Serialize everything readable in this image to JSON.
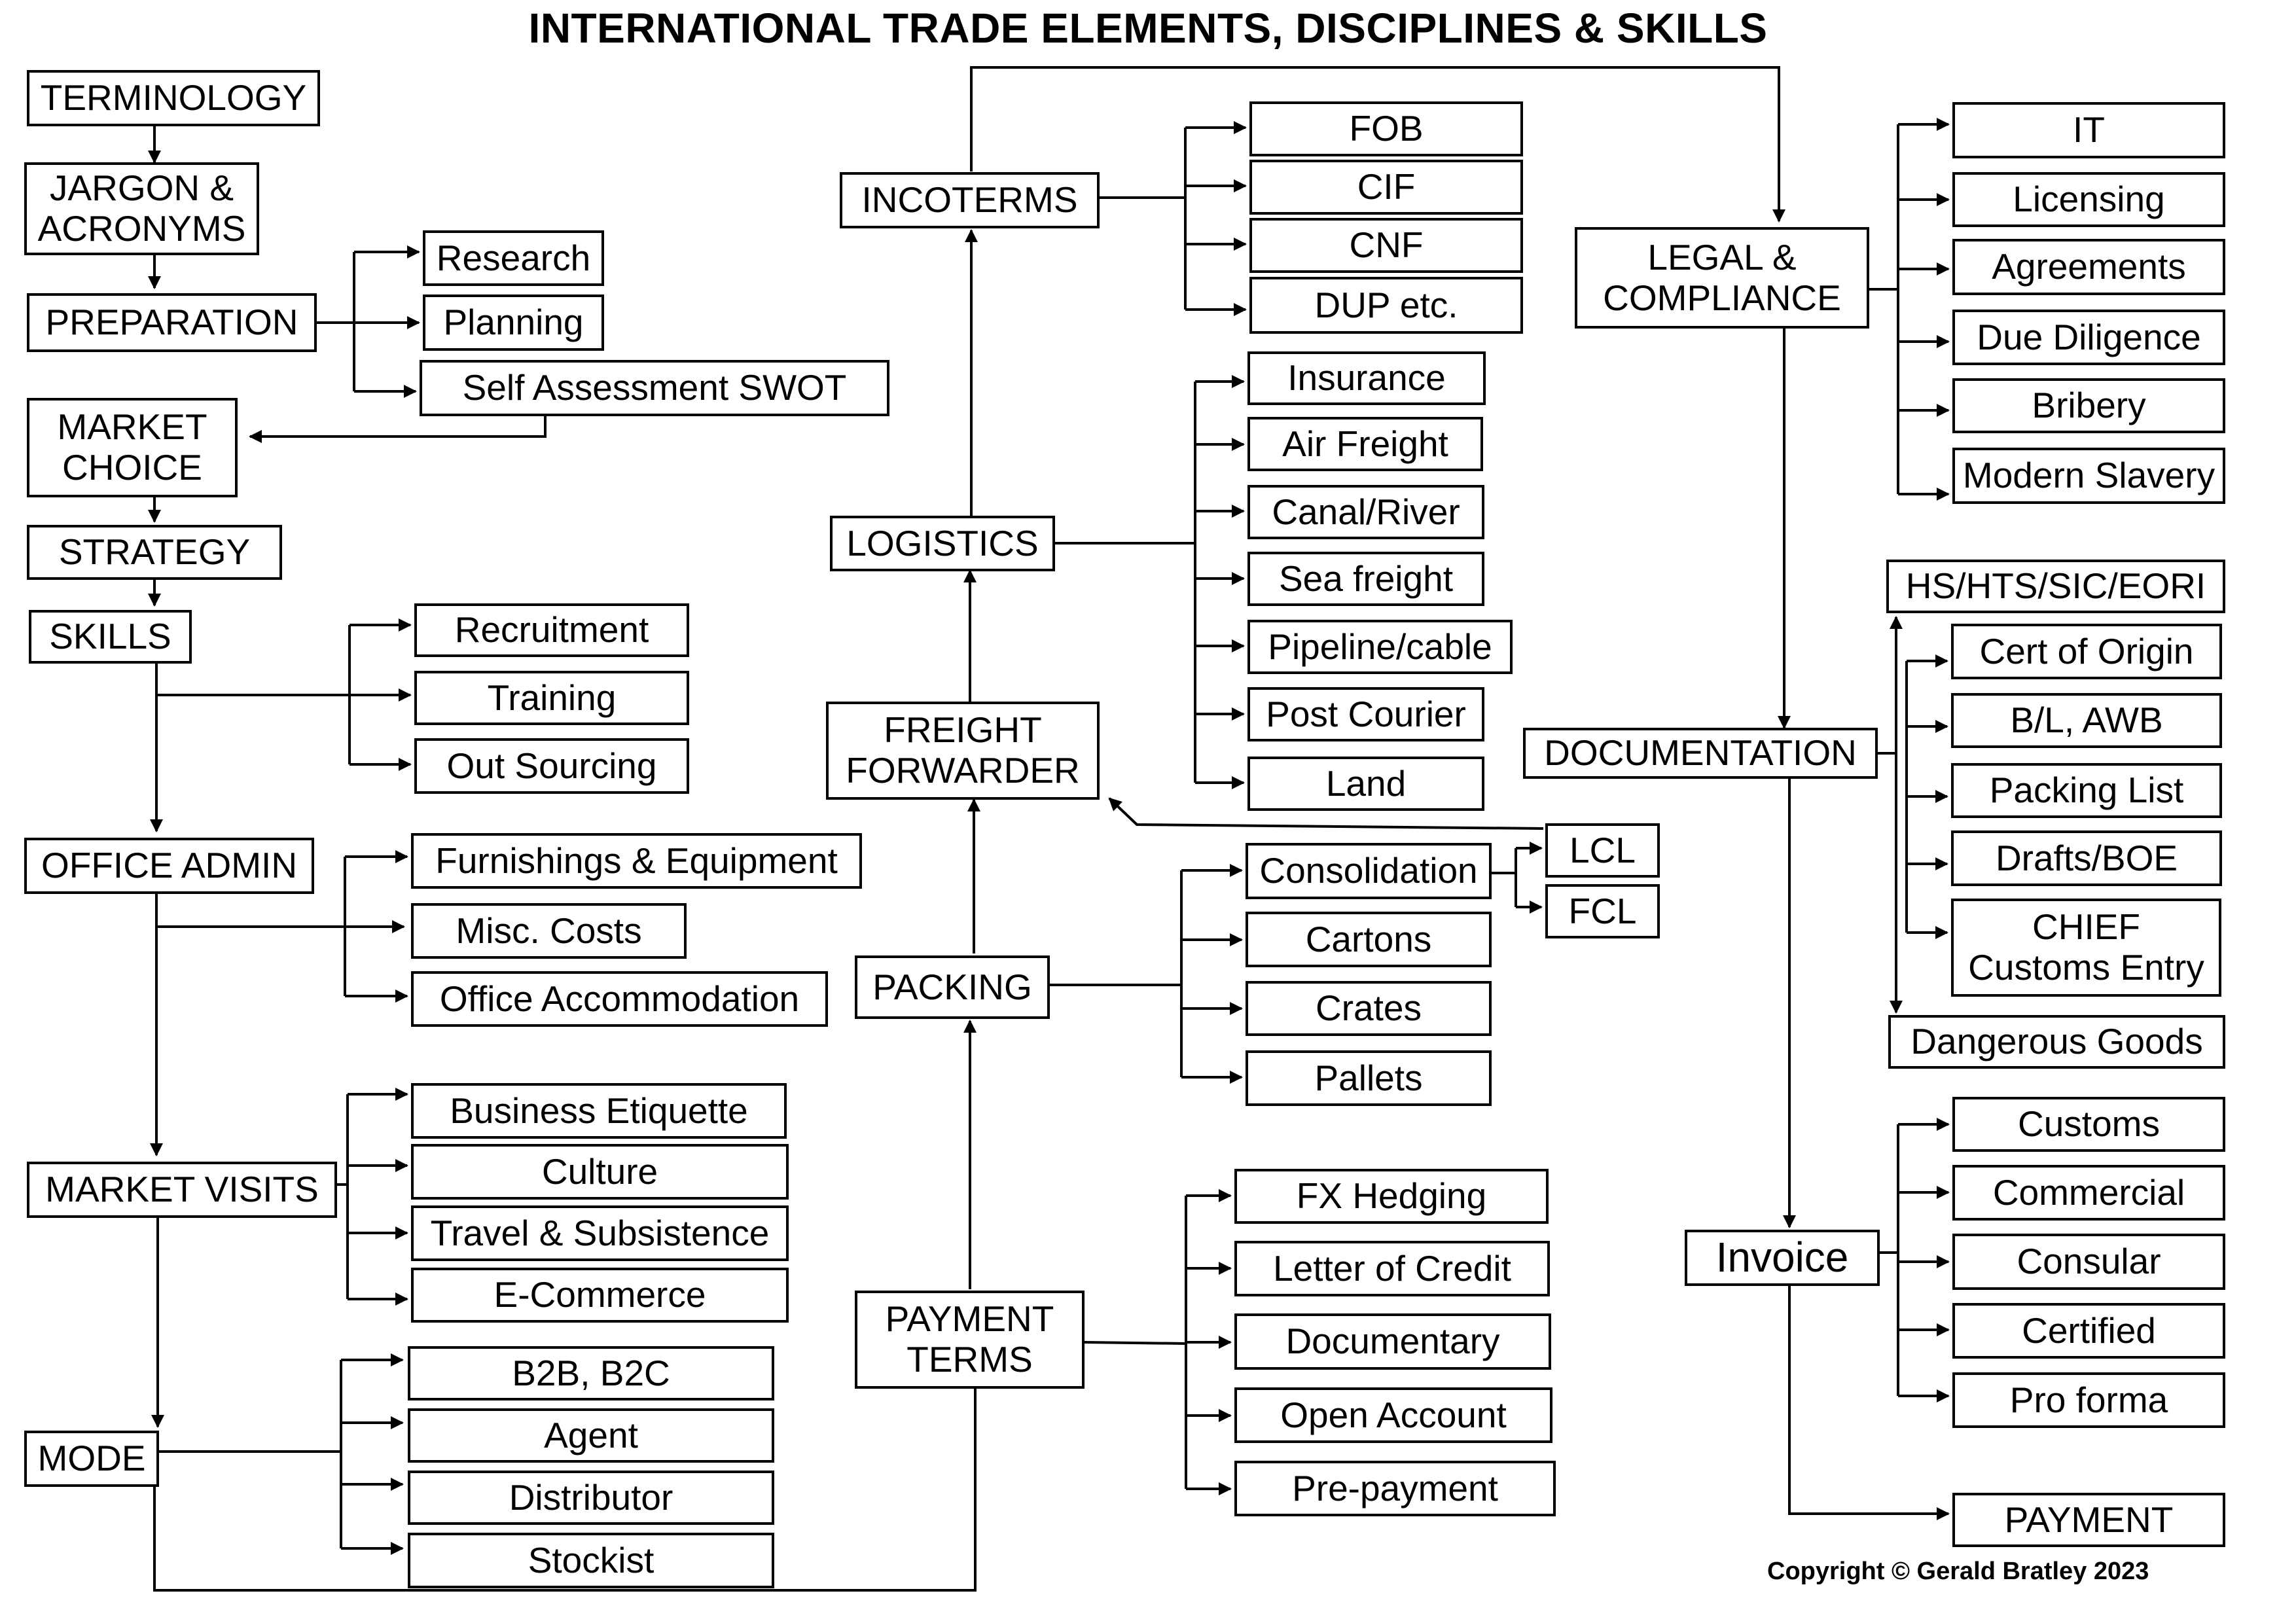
{
  "title": "INTERNATIONAL TRADE ELEMENTS, DISCIPLINES & SKILLS",
  "copyright": "Copyright © Gerald Bratley 2023",
  "left_column": {
    "terminology": "TERMINOLOGY",
    "jargon": "JARGON &\nACRONYMS",
    "preparation": "PREPARATION",
    "preparation_items": [
      "Research",
      "Planning",
      "Self Assessment SWOT"
    ],
    "market_choice": "MARKET\nCHOICE",
    "strategy": "STRATEGY",
    "skills": "SKILLS",
    "skills_items": [
      "Recruitment",
      "Training",
      "Out Sourcing"
    ],
    "office_admin": "OFFICE ADMIN",
    "office_items": [
      "Furnishings & Equipment",
      "Misc. Costs",
      "Office Accommodation"
    ],
    "market_visits": "MARKET VISITS",
    "visit_items": [
      "Business Etiquette",
      "Culture",
      "Travel & Subsistence",
      "E-Commerce"
    ],
    "mode": "MODE",
    "mode_items": [
      "B2B, B2C",
      "Agent",
      "Distributor",
      "Stockist"
    ]
  },
  "middle_column": {
    "incoterms": "INCOTERMS",
    "incoterm_items": [
      "FOB",
      "CIF",
      "CNF",
      "DUP etc."
    ],
    "logistics": "LOGISTICS",
    "logistics_items": [
      "Insurance",
      "Air Freight",
      "Canal/River",
      "Sea freight",
      "Pipeline/cable",
      "Post Courier",
      "Land"
    ],
    "freight_forwarder": "FREIGHT\nFORWARDER",
    "packing": "PACKING",
    "packing_items": [
      "Consolidation",
      "Cartons",
      "Crates",
      "Pallets"
    ],
    "container_items": [
      "LCL",
      "FCL"
    ],
    "payment_terms": "PAYMENT\nTERMS",
    "payment_items": [
      "FX Hedging",
      "Letter of Credit",
      "Documentary",
      "Open Account",
      "Pre-payment"
    ]
  },
  "right_column": {
    "legal": "LEGAL &\nCOMPLIANCE",
    "legal_items": [
      "IT",
      "Licensing",
      "Agreements",
      "Due Diligence",
      "Bribery",
      "Modern Slavery"
    ],
    "documentation": "DOCUMENTATION",
    "doc_items": [
      "HS/HTS/SIC/EORI",
      "Cert of Origin",
      "B/L, AWB",
      "Packing List",
      "Drafts/BOE",
      "CHIEF\nCustoms Entry",
      "Dangerous Goods"
    ],
    "invoice": "Invoice",
    "invoice_items": [
      "Customs",
      "Commercial",
      "Consular",
      "Certified",
      "Pro forma"
    ],
    "payment": "PAYMENT"
  }
}
